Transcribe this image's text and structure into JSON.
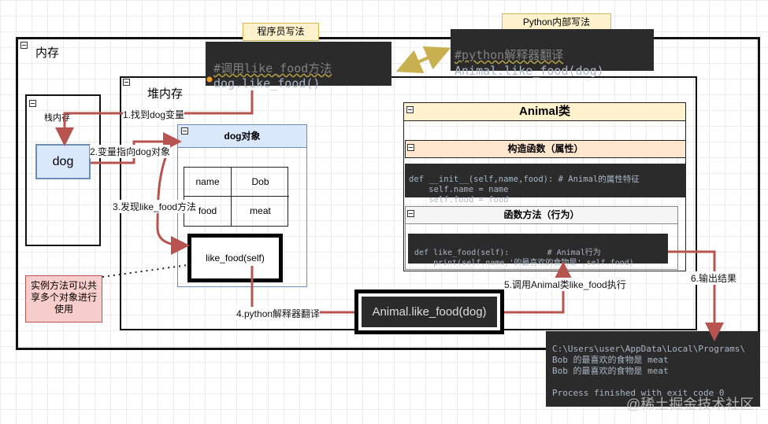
{
  "memory": {
    "title": "内存"
  },
  "stack": {
    "title": "栈内存",
    "variable": "dog"
  },
  "heap": {
    "title": "堆内存"
  },
  "dog_object": {
    "title": "dog对象",
    "rows": [
      [
        "name",
        "Dob"
      ],
      [
        "food",
        "meat"
      ]
    ],
    "method": "like_food(self)"
  },
  "note": "实例方法可以共享多个对象进行使用",
  "programmer": {
    "tag": "程序员写法",
    "comment": "#调用like_food方法",
    "code": "dog.like_food()"
  },
  "python_internal": {
    "tag": "Python内部写法",
    "comment": "#python解释器翻译",
    "code": "Animal.like_food(dog)"
  },
  "animal_class": {
    "title": "Animal类",
    "ctor_title": "构造函数（属性）",
    "ctor_code": [
      "def __init__(self,name,food): # Animal的属性特征",
      "    self.name = name",
      "    self.food = food"
    ],
    "method_title": "函数方法（行为）",
    "method_code": [
      "def like_food(self):        # Animal行为",
      "    print(self.name,'的最喜欢的食物是',self.food)"
    ]
  },
  "call_box": "Animal.like_food(dog)",
  "steps": [
    "1.找到dog变量",
    "2.变量指向dog对象",
    "3.发现like_food方法",
    "4.python解释器翻译",
    "5.调用Animal类like_food执行",
    "6.输出结果"
  ],
  "output": {
    "lines": [
      "C:\\Users\\user\\AppData\\Local\\Programs\\",
      "Bob 的最喜欢的食物是 meat",
      "Bob 的最喜欢的食物是 meat",
      "",
      "Process finished with exit code 0"
    ]
  },
  "watermark": "@稀土掘金技术社区",
  "colors": {
    "arrow": "#b85450",
    "code_bg": "#2b2b2b",
    "blue": "#dae8fc",
    "note": "#f8cecc",
    "yellow": "#fff2cc"
  }
}
